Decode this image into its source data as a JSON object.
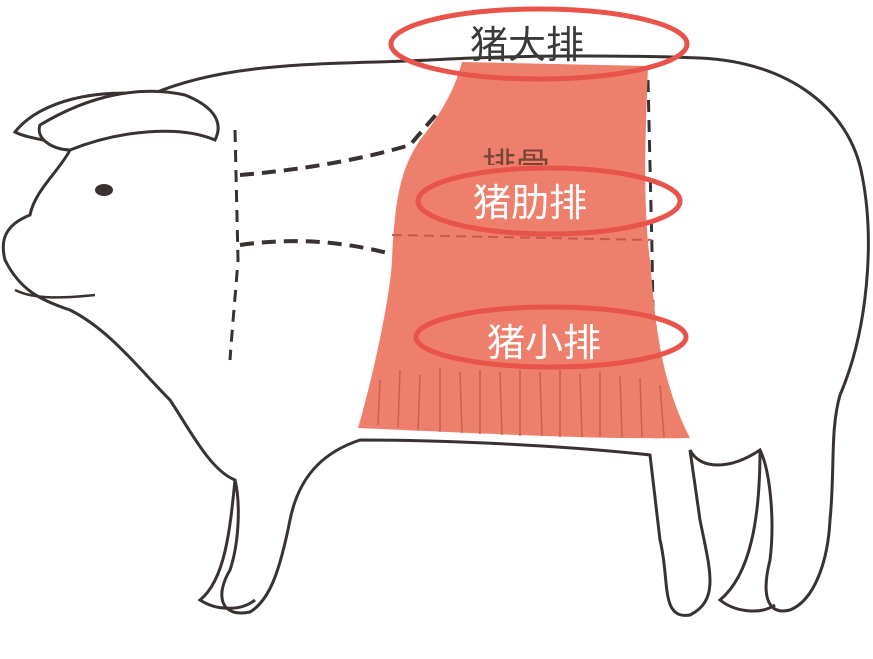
{
  "labels": {
    "top": "猪大排",
    "mid": "猪肋排",
    "bottom": "猪小排",
    "faded": "排骨"
  },
  "colors": {
    "meat": "#ee7f6c",
    "circle": "#e8534a",
    "outline": "#3a3230"
  }
}
